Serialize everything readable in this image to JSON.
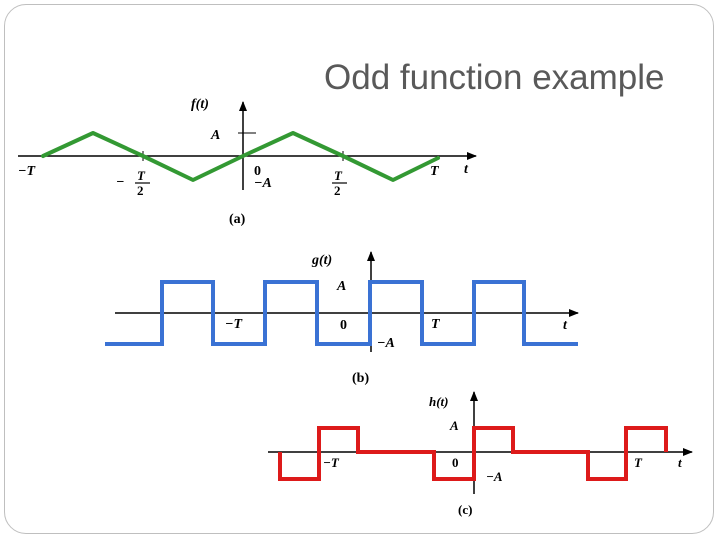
{
  "slide": {
    "title": "Odd function example"
  },
  "plot_a": {
    "ylabel": "f(t)",
    "xlabel": "t",
    "amp_label": "A",
    "neg_amp_label": "−A",
    "zero_label": "0",
    "neg_T_label": "−T",
    "T_label": "T",
    "neg_half_sign": "−",
    "half_num": "T",
    "half_den": "2",
    "caption": "(a)",
    "color": "#339933"
  },
  "plot_b": {
    "ylabel": "g(t)",
    "xlabel": "t",
    "amp_label": "A",
    "neg_amp_label": "−A",
    "zero_label": "0",
    "neg_T_label": "−T",
    "T_label": "T",
    "caption": "(b)",
    "color": "#3a72d4"
  },
  "plot_c": {
    "ylabel": "h(t)",
    "xlabel": "t",
    "amp_label": "A",
    "neg_amp_label": "−A",
    "zero_label": "0",
    "neg_T_label": "−T",
    "T_label": "T",
    "caption": "(c)",
    "color": "#dd1a1a"
  }
}
